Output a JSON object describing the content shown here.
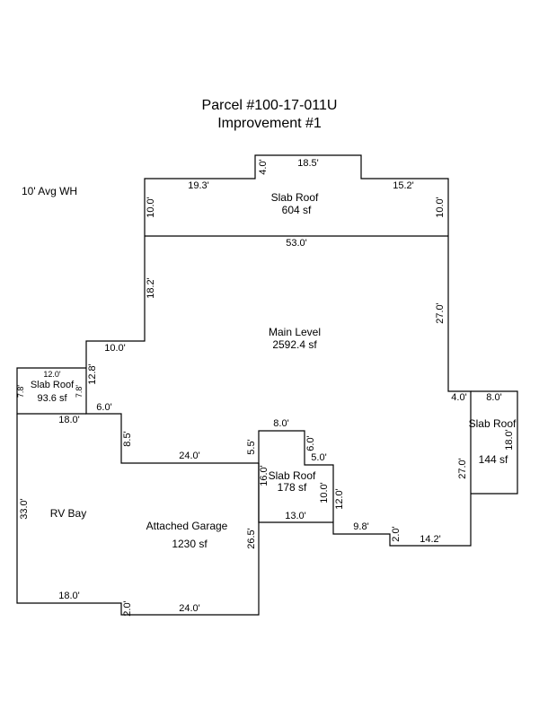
{
  "header": {
    "parcel": "Parcel #100-17-011U",
    "improvement": "Improvement #1"
  },
  "note": "10' Avg WH",
  "areas": {
    "slab_top": {
      "name": "Slab Roof",
      "size": "604 sf"
    },
    "main": {
      "name": "Main Level",
      "size": "2592.4 sf"
    },
    "slab_left": {
      "name": "Slab Roof",
      "size": "93.6 sf"
    },
    "slab_right": {
      "name": "Slab Roof",
      "size": "144 sf"
    },
    "slab_mid": {
      "name": "Slab Roof",
      "size": "178 sf"
    },
    "rv": {
      "name": "RV Bay"
    },
    "garage": {
      "name": "Attached Garage",
      "size": "1230 sf"
    }
  },
  "dims": {
    "top_193": "19.3'",
    "top_40": "4.0'",
    "top_185": "18.5'",
    "top_152": "15.2'",
    "top_left_100": "10.0'",
    "top_right_100": "10.0'",
    "main_530": "53.0'",
    "main_182": "18.2'",
    "main_100": "10.0'",
    "main_270": "27.0'",
    "main_128": "12.8'",
    "sl_120": "12.0'",
    "sl_78a": "7.8'",
    "sl_78b": "7.8'",
    "g_180top": "18.0'",
    "g_60": "6.0'",
    "g_85": "8.5'",
    "g_240mid": "24.0'",
    "g_55": "5.5'",
    "m_80": "8.0'",
    "m_60": "6.0'",
    "m_50": "5.0'",
    "m_160": "16.0'",
    "m_100": "10.0'",
    "m_120": "12.0'",
    "m_130": "13.0'",
    "m_98": "9.8'",
    "m_20": "2.0'",
    "m_142": "14.2'",
    "r_40": "4.0'",
    "r_80": "8.0'",
    "r_180": "18.0'",
    "r_270": "27.0'",
    "g_330": "33.0'",
    "g_265": "26.5'",
    "g_180bot": "18.0'",
    "g_20": "2.0'",
    "g_240bot": "24.0'"
  }
}
